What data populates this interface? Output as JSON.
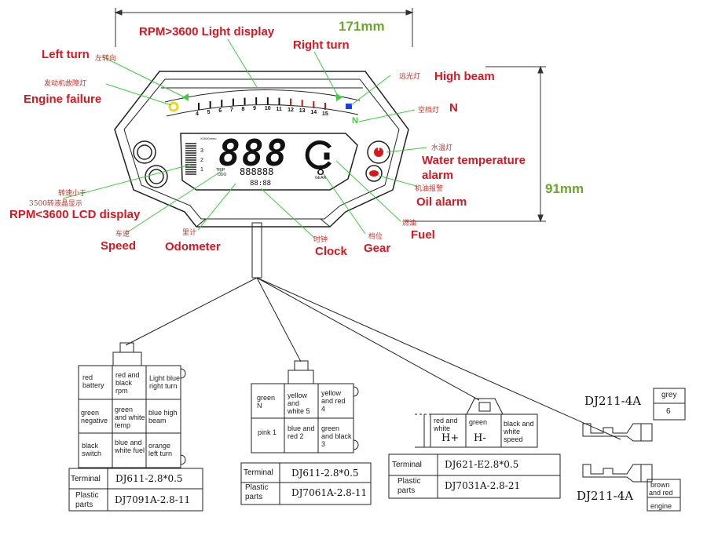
{
  "dimensions": {
    "width": "171mm",
    "height": "91mm"
  },
  "callouts": {
    "rpm_high": {
      "en": "RPM>3600 Light display"
    },
    "left_turn": {
      "en": "Left turn",
      "cn": "左转向"
    },
    "right_turn": {
      "en": "Right turn"
    },
    "engine_failure": {
      "en": "Engine failure",
      "cn": "发动机故障灯"
    },
    "high_beam": {
      "en": "High beam",
      "cn": "远光灯"
    },
    "neutral": {
      "en": "N",
      "cn": "空档灯"
    },
    "water_temp": {
      "en_line1": "Water temperature",
      "en_line2": "alarm",
      "cn": "水温灯"
    },
    "oil_alarm": {
      "en": "Oil alarm",
      "cn": "机油报警"
    },
    "rpm_low": {
      "en": "RPM<3600 LCD display",
      "cn_line1": "转速小于",
      "cn_line2": "3500转液晶显示"
    },
    "speed": {
      "en": "Speed",
      "cn": "车速"
    },
    "odometer": {
      "en": "Odometer",
      "cn": "里计"
    },
    "clock": {
      "en": "Clock",
      "cn": "时钟"
    },
    "gear": {
      "en": "Gear",
      "cn": "档位"
    },
    "fuel": {
      "en": "Fuel",
      "cn": "燃油"
    }
  },
  "gauge": {
    "tach_numbers": [
      "4",
      "5",
      "6",
      "7",
      "8",
      "9",
      "10",
      "11",
      "12",
      "13",
      "14",
      "15"
    ],
    "speed_digits": "888",
    "odometer_digits": "888888",
    "clock_digits": "88:88",
    "gear_digit": "8",
    "trip_label": "TRIP",
    "odo_label": "ODO",
    "gear_label": "GEAR",
    "rpm_scale_label": "X1000r/min",
    "bar_marks": [
      "3",
      "2",
      "1"
    ],
    "neutral_indicator": "N"
  },
  "connectors": [
    {
      "cells": [
        [
          "red battery",
          "red and black rpm",
          "Light blue right turn"
        ],
        [
          "green negative",
          "green and white temp",
          "blue high beam"
        ],
        [
          "black switch",
          "blue and white fuel",
          "orange left turn"
        ]
      ],
      "terminal_label": "Terminal",
      "terminal_value": "DJ611-2.8*0.5",
      "plastic_label": "Plastic parts",
      "plastic_value": "DJ7091A-2.8-11"
    },
    {
      "cells": [
        [
          "green N",
          "yellow and white 5",
          "yellow and red 4"
        ],
        [
          "pink 1",
          "blue and red 2",
          "green and black 3"
        ]
      ],
      "terminal_label": "Terminal",
      "terminal_value": "DJ611-2.8*0.5",
      "plastic_label": "Plastic parts",
      "plastic_value": "DJ7061A-2.8-11"
    },
    {
      "cells": [
        [
          "red and white",
          "green",
          "black and white speed"
        ]
      ],
      "pins": [
        "H+",
        "H-"
      ],
      "terminal_label": "Terminal",
      "terminal_value": "DJ621-E2.8*0.5",
      "plastic_label": "Plastic parts",
      "plastic_value": "DJ7031A-2.8-21"
    }
  ],
  "single_connectors": [
    {
      "part": "DJ211-4A",
      "wire": "grey",
      "number": "6"
    },
    {
      "part": "DJ211-4A",
      "wire_line1": "brown",
      "wire_line2": "and red",
      "function": "engine"
    }
  ],
  "colors": {
    "callout_red": "#e0141e",
    "leader_green": "#36d236",
    "dimension_green": "#6aa82a",
    "tick_red": "#cc1111"
  }
}
